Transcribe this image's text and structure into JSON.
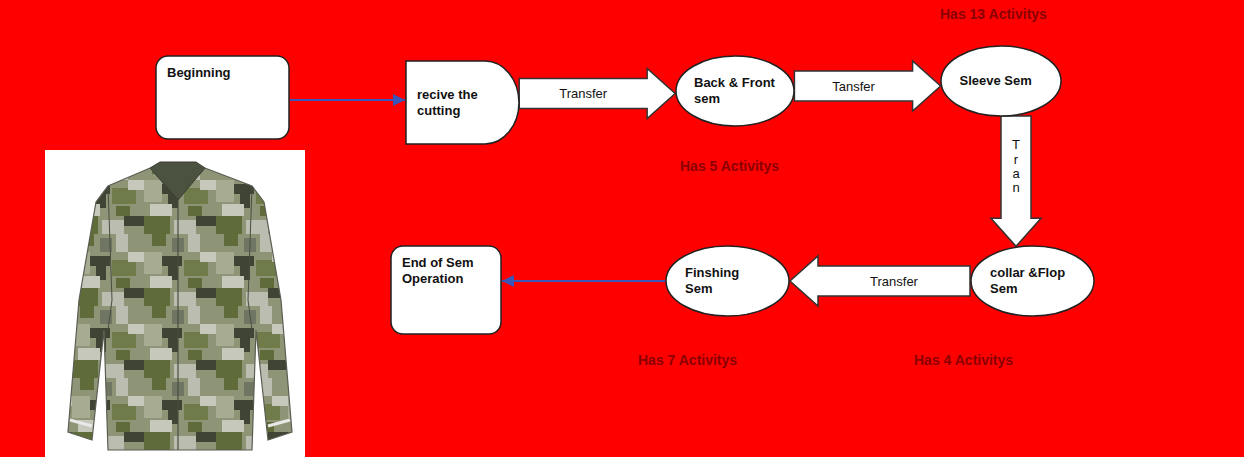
{
  "diagram": {
    "nodes": [
      {
        "text": [
          "Beginning"
        ]
      },
      {
        "text": [
          "recive the cutting"
        ]
      },
      {
        "text": [
          "Back & Front sem"
        ]
      },
      {
        "text": [
          "Sleeve Sem"
        ]
      },
      {
        "text": [
          "collar &Flop Sem"
        ]
      },
      {
        "text": [
          "Finshing Sem"
        ]
      },
      {
        "text": [
          "End of Sem Operation"
        ]
      }
    ],
    "edges": [
      {
        "from": 0,
        "to": 1,
        "arrow": "to"
      },
      {
        "from": 1,
        "to": 2,
        "label": "Transfer",
        "arrow": "to"
      },
      {
        "from": 2,
        "to": 3,
        "label": "Tansfer",
        "arrow": "to"
      },
      {
        "from": 3,
        "to": 4,
        "label": "Tran",
        "arrow": "to"
      },
      {
        "from": 4,
        "to": 5,
        "label": "Transfer",
        "arrow": "to"
      },
      {
        "from": 5,
        "to": 6,
        "arrow": "to"
      }
    ],
    "labels": [
      "Has 13 Activitys",
      "Has 5 Activitys",
      "Has 4 Activitys",
      "Has 7 Activitys"
    ]
  }
}
